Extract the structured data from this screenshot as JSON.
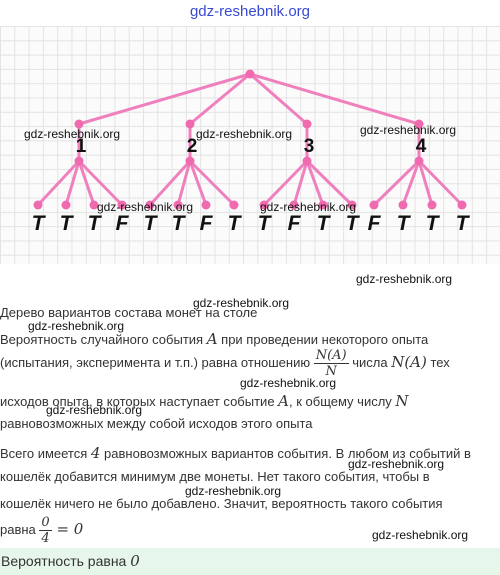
{
  "header": {
    "site": "gdz-reshebnik.org"
  },
  "tree": {
    "branches": [
      "1",
      "2",
      "3",
      "4"
    ],
    "leaves": [
      "T",
      "T",
      "T",
      "F",
      "T",
      "T",
      "F",
      "T",
      "T",
      "F",
      "T",
      "T",
      "F",
      "T",
      "T",
      "T"
    ]
  },
  "watermarks": {
    "text": "gdz-reshebnik.org"
  },
  "content": {
    "caption": "Дерево вариантов состава монет на столе",
    "def_line1_pre": "Вероятность случайного события ",
    "def_var_A": "A",
    "def_line1_post": " при проведении некоторого опыта",
    "def_line2_pre": "(испытания, эксперимента и т.п.) равна отношению ",
    "def_frac_num": "N(A)",
    "def_frac_den": "N",
    "def_line2_mid": " числа ",
    "def_NA": "N(A)",
    "def_line2_post": " тех",
    "def_line3_pre": "исходов опыта, в которых наступает событие ",
    "def_line3_mid": ", к общему числу ",
    "def_N": "N",
    "def_line4": "равновозможных между собой исходов этого опыта",
    "sol_line1_pre": "Всего имеется ",
    "sol_four": "4",
    "sol_line1_post": " равновозможных вариантов события. В любом из событий в",
    "sol_line2": "кошелёк добавится минимум две монеты. Нет такого события, чтобы в",
    "sol_line3": "кошелёк ничего не было добавлено. Значит, вероятность такого события",
    "sol_line4_pre": "равна ",
    "sol_frac_num": "0",
    "sol_frac_den": "4",
    "sol_line4_post": " = 0",
    "answer_pre": "Вероятность равна ",
    "answer_val": "0"
  }
}
